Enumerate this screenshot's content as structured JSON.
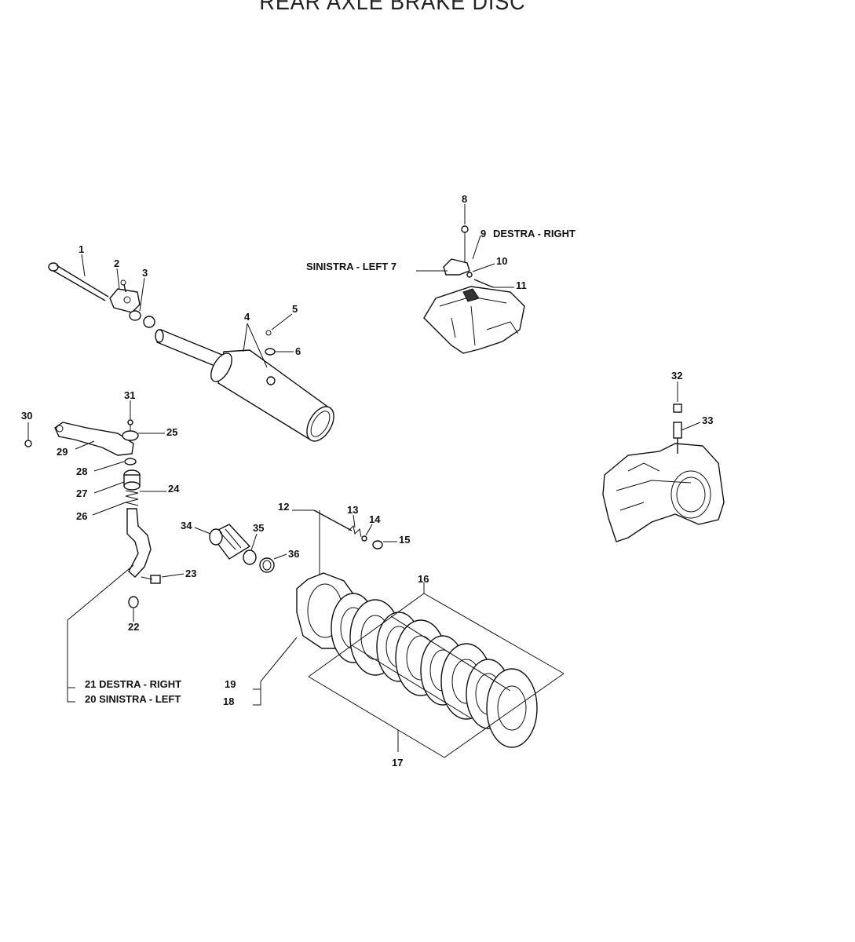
{
  "title": "REAR AXLE BRAKE DISC",
  "callouts": {
    "c1": "1",
    "c2": "2",
    "c3": "3",
    "c4": "4",
    "c5": "5",
    "c6": "6",
    "c7": "SINISTRA - LEFT 7",
    "c8": "8",
    "c9": "9",
    "c9_text": "DESTRA   - RIGHT",
    "c10": "10",
    "c11": "11",
    "c12": "12",
    "c13": "13",
    "c14": "14",
    "c15": "15",
    "c16": "16",
    "c17": "17",
    "c18": "18",
    "c19": "19",
    "c20": "20 SINISTRA - LEFT",
    "c21": "21 DESTRA   - RIGHT",
    "c22": "22",
    "c23": "23",
    "c24": "24",
    "c25": "25",
    "c26": "26",
    "c27": "27",
    "c28": "28",
    "c29": "29",
    "c30": "30",
    "c31": "31",
    "c32": "32",
    "c33": "33",
    "c34": "34",
    "c35": "35",
    "c36": "36"
  }
}
